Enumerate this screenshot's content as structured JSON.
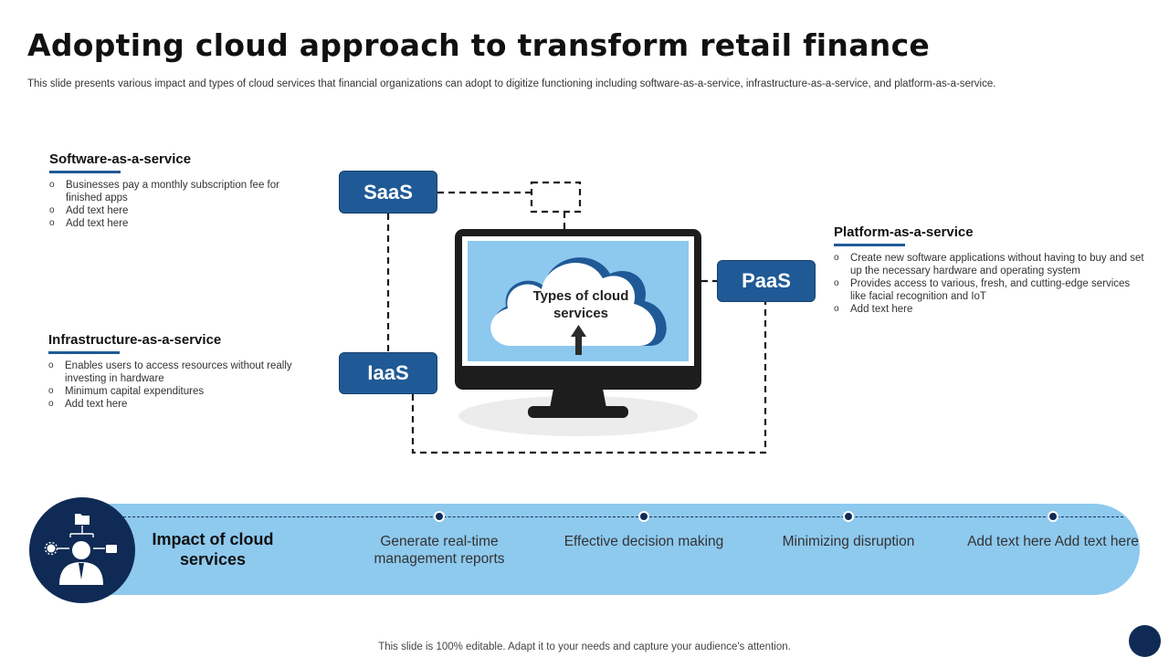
{
  "title": "Adopting cloud approach to transform retail finance",
  "subtitle": "This slide presents various impact and types of cloud services that financial organizations can adopt to digitize functioning including software-as-a-service, infrastructure-as-a-service, and platform-as-a-service.",
  "saas": {
    "heading": "Software-as-a-service",
    "badge": "SaaS",
    "bullets": [
      "Businesses pay a monthly subscription fee for finished apps",
      "Add text here",
      "Add text here"
    ]
  },
  "iaas": {
    "heading": "Infrastructure-as-a-service",
    "badge": "IaaS",
    "bullets": [
      "Enables users to access resources without really investing in hardware",
      "Minimum capital expenditures",
      "Add text here"
    ]
  },
  "paas": {
    "heading": "Platform-as-a-service",
    "badge": "PaaS",
    "bullets": [
      "Create new software applications without having to buy and set up the necessary hardware and operating system",
      "Provides access to various, fresh, and cutting-edge services like facial recognition and IoT",
      "Add text here"
    ]
  },
  "center": {
    "label": "Types of cloud services",
    "icon": "cloud-upload-monitor-icon"
  },
  "impact": {
    "title": "Impact of cloud services",
    "icon": "business-person-network-icon",
    "items": [
      "Generate real-time management reports",
      "Effective decision making",
      "Minimizing disruption",
      "Add text here Add text here"
    ]
  },
  "footer": "This slide is 100% editable. Adapt it to your needs and capture your audience's attention.",
  "colors": {
    "primary": "#1f5a96",
    "navy": "#0f2b55",
    "light_blue": "#8ec9ee",
    "screen_blue": "#8dc8ef"
  }
}
